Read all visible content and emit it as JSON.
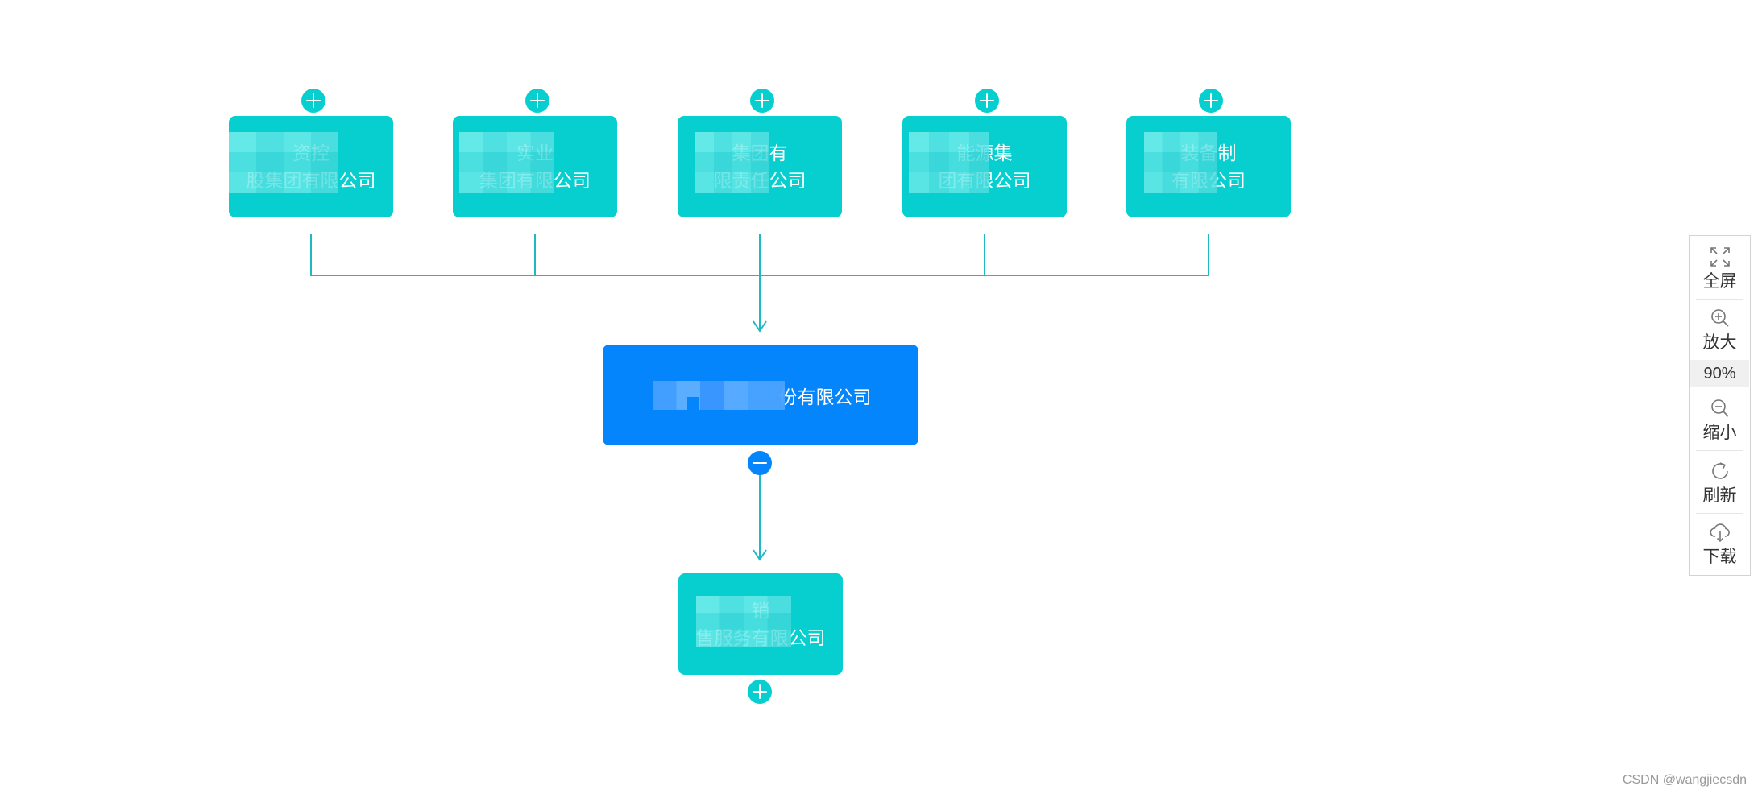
{
  "diagram": {
    "shareholders": [
      {
        "text_visible": "资控\n股集团有限公司"
      },
      {
        "text_visible": "实业\n集团有限公司"
      },
      {
        "text_visible": "集团有\n限责任公司"
      },
      {
        "text_visible": "能源集\n团有限公司"
      },
      {
        "text_visible": "装备制\n有限公司"
      }
    ],
    "main_company": {
      "text_visible": "份有限公司"
    },
    "subsidiary": {
      "text_visible": "销\n售服务有限公司"
    },
    "colors": {
      "node": "#07cfcf",
      "main": "#0585fc",
      "line": "#1fb8c4"
    }
  },
  "toolbar": {
    "fullscreen": "全屏",
    "zoom_in": "放大",
    "zoom_level": "90%",
    "zoom_out": "缩小",
    "refresh": "刷新",
    "download": "下载"
  },
  "watermark": "CSDN @wangjiecsdn"
}
